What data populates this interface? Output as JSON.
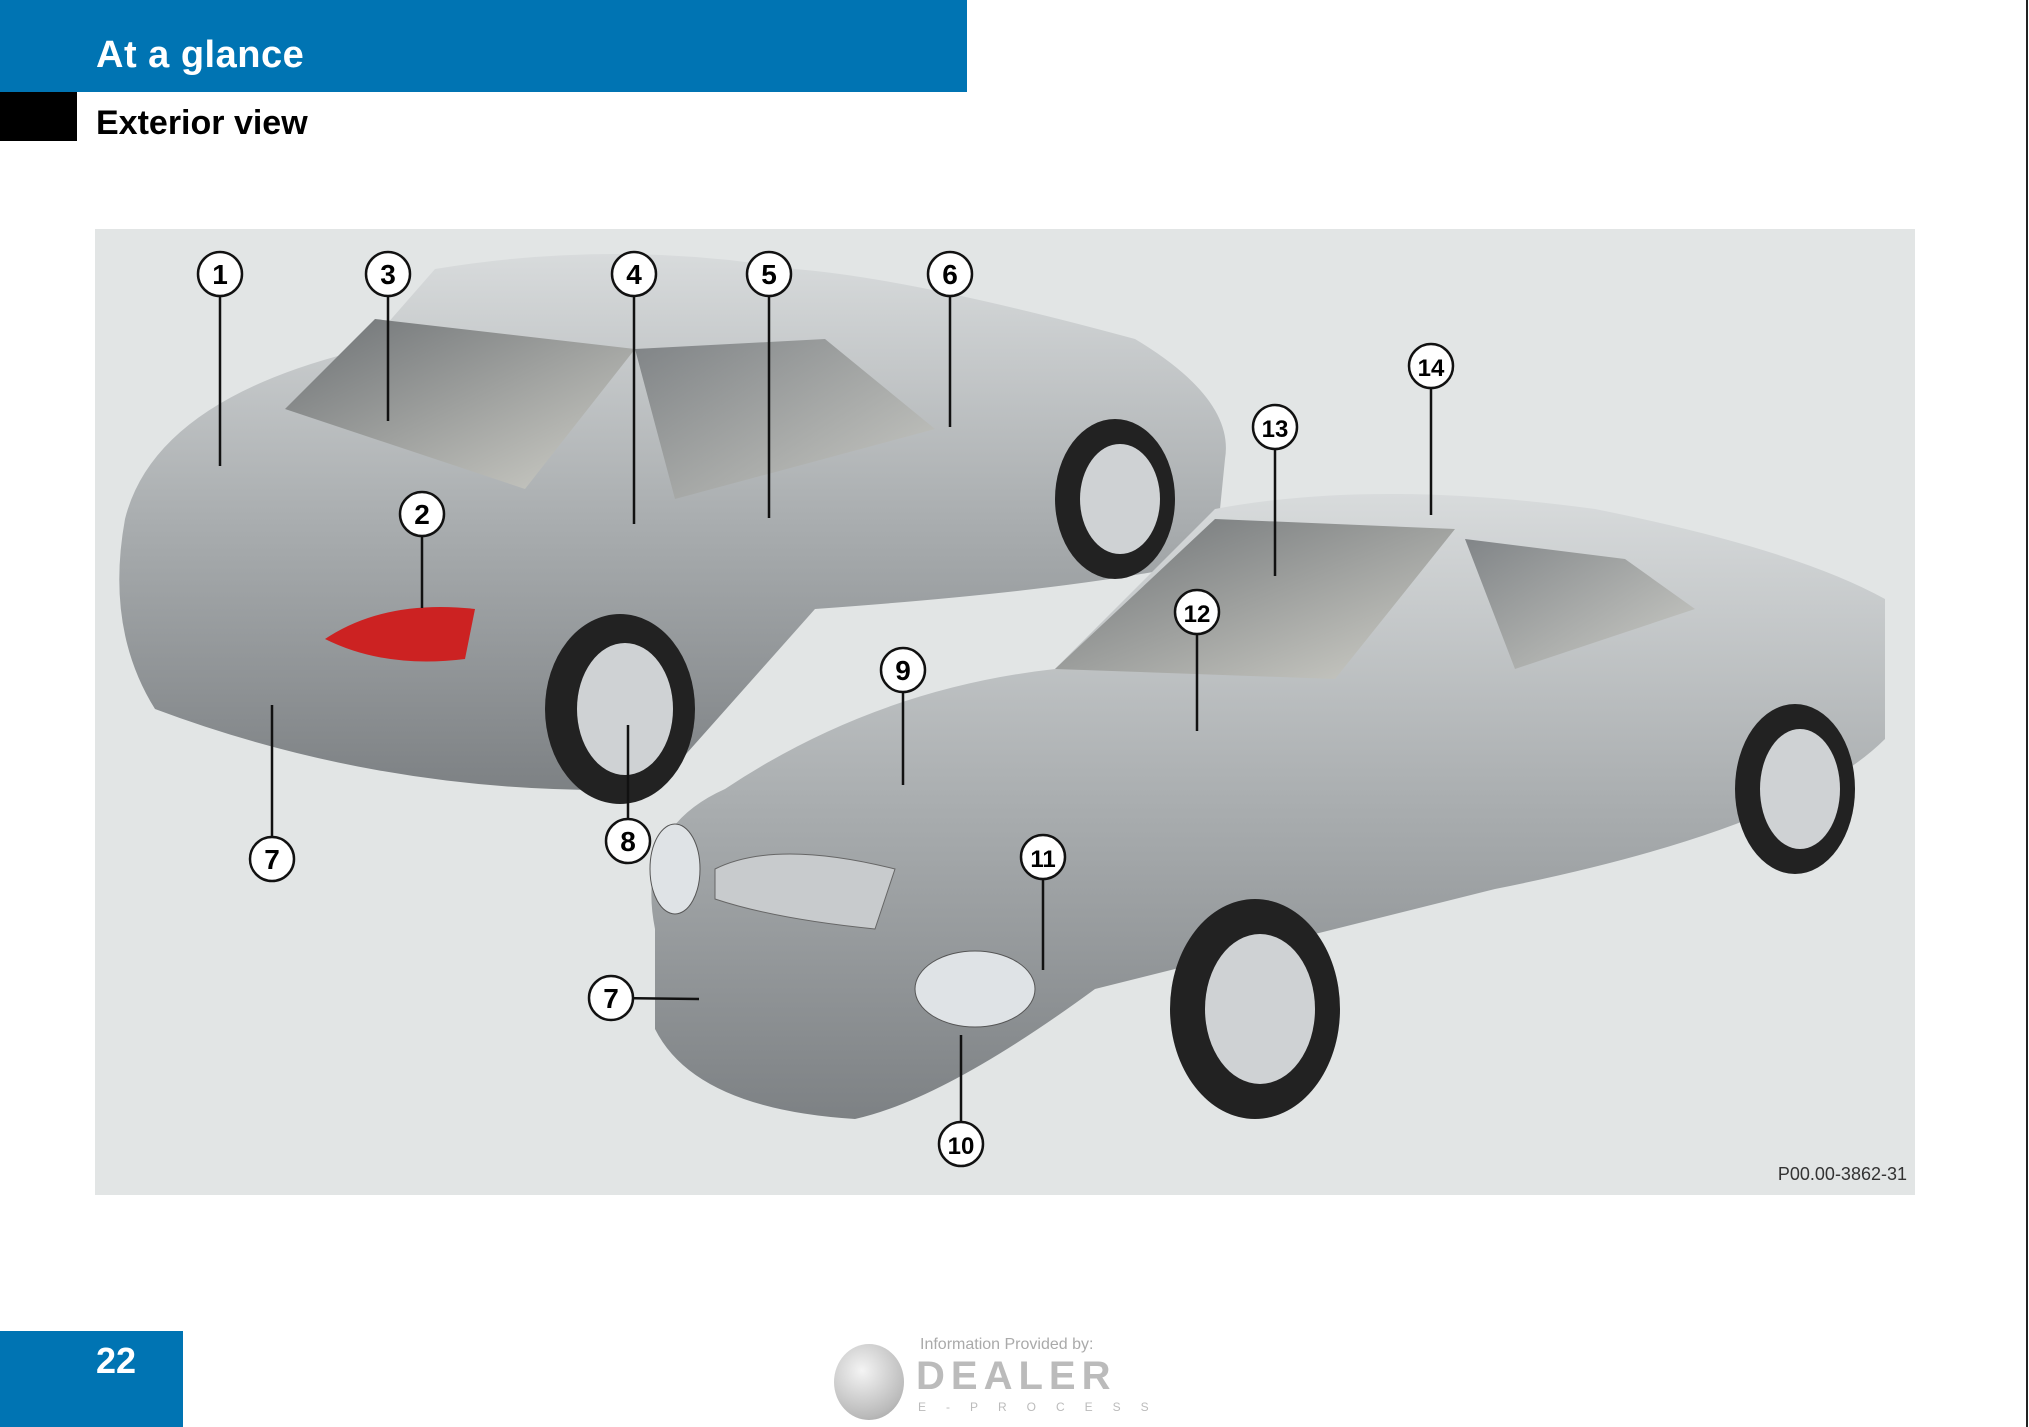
{
  "header": {
    "section": "At a glance",
    "title": "Exterior view"
  },
  "figure": {
    "code": "P00.00-3862-31",
    "callouts": [
      "1",
      "3",
      "4",
      "5",
      "6",
      "14",
      "13",
      "2",
      "12",
      "9",
      "8",
      "7",
      "11",
      "7",
      "10"
    ]
  },
  "footer": {
    "page_number": "22",
    "provider_note": "Information Provided by:",
    "provider_name": "DEALER",
    "provider_sub": "E-PROCESS"
  },
  "colors": {
    "accent": "#0074b3",
    "figure_bg": "#e2e5e5"
  }
}
